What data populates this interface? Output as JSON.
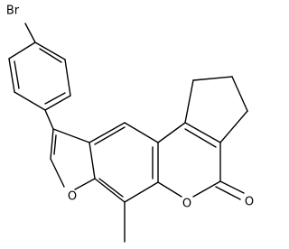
{
  "atoms": {
    "br": "Br",
    "furan_o": "O",
    "lactone_o": "O",
    "carbonyl_o": "O"
  },
  "colors": {
    "bond": "#000000",
    "label": "#000000",
    "background": "#ffffff"
  }
}
